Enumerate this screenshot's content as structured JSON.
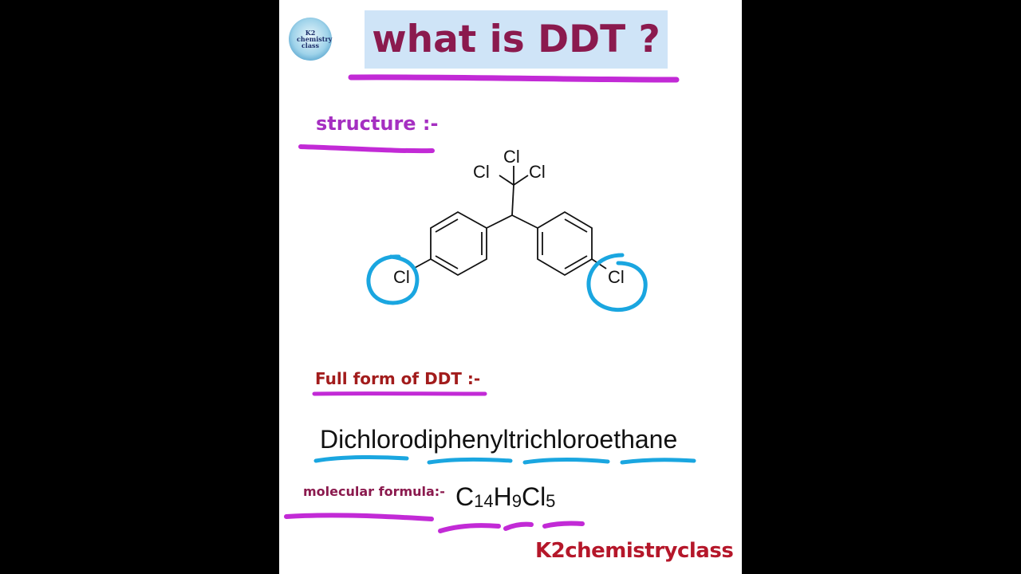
{
  "logo": {
    "text": "K2\nchemistry\nclass"
  },
  "title": "what is DDT ?",
  "structure": {
    "label": "structure :-",
    "atoms": {
      "cl_top": "Cl",
      "cl_left": "Cl",
      "cl_right": "Cl",
      "cl_ring_left": "Cl",
      "cl_ring_right": "Cl"
    }
  },
  "full_form": {
    "label": "Full form of DDT :-",
    "value": "Dichlorodiphenyltrichloroethane"
  },
  "molecular_formula": {
    "label": "molecular formula:-",
    "parts": {
      "c": "C",
      "c_count": "14",
      "h": "H",
      "h_count": "9",
      "cl": "Cl",
      "cl_count": "5"
    }
  },
  "watermark": "K2chemistryclass",
  "colors": {
    "underline": "#c22ad6",
    "highlight": "#1aa6e0",
    "title_bg": "#cfe4f7",
    "title_text": "#8b1a4e"
  }
}
